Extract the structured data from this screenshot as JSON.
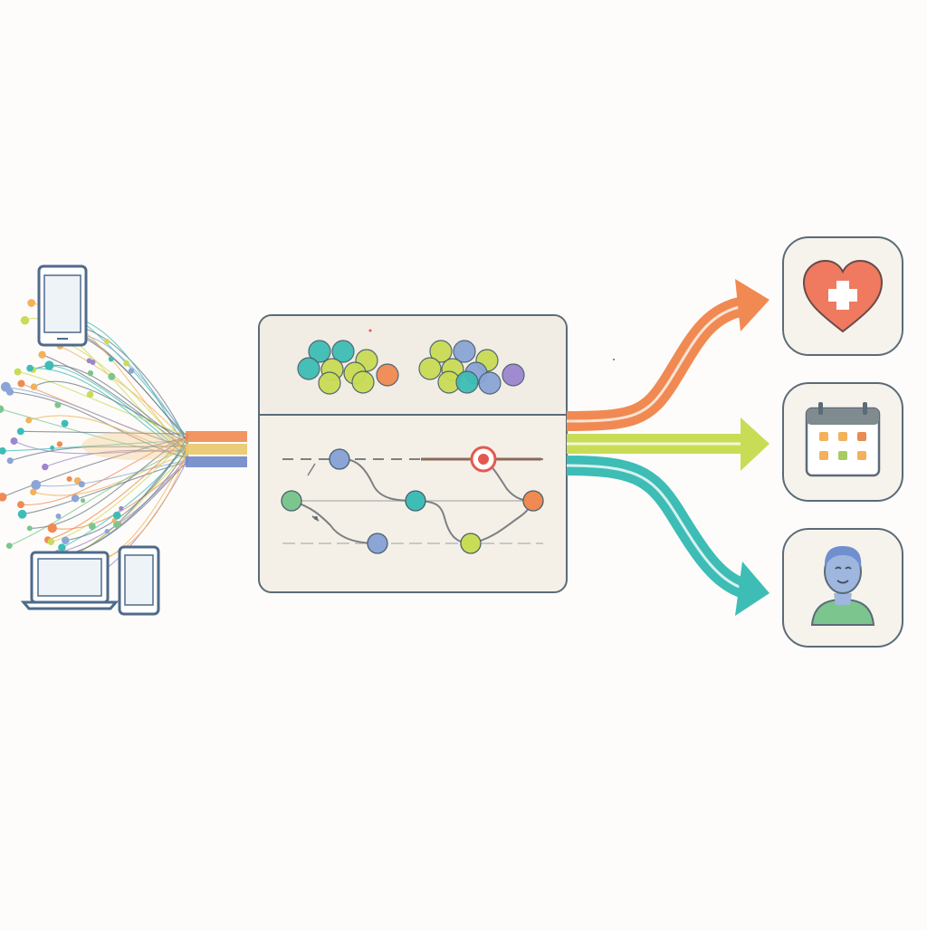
{
  "colors": {
    "background": "#fdfcfa",
    "outline": "#5b6b78",
    "panel_fill": "#f4f0e8",
    "orange": "#f08a52",
    "yellow_green": "#c9dc55",
    "teal": "#3dbdb5",
    "blue": "#8aa5d6",
    "green": "#7cc58e",
    "purple": "#9d86cf",
    "red": "#e4594f"
  },
  "sources": {
    "devices": [
      {
        "icon": "smartphone-icon"
      },
      {
        "icon": "laptop-icon"
      },
      {
        "icon": "tablet-icon"
      }
    ],
    "streams": [
      {
        "color": "orange"
      },
      {
        "color": "yellow_green"
      },
      {
        "color": "blue"
      }
    ]
  },
  "processor": {
    "clusters": [
      {
        "name": "cluster-left",
        "bubble_colors": [
          "teal",
          "yellow_green",
          "blue",
          "teal",
          "yellow_green",
          "orange"
        ]
      },
      {
        "name": "cluster-right",
        "bubble_colors": [
          "yellow_green",
          "blue",
          "teal",
          "yellow_green",
          "purple",
          "blue"
        ]
      }
    ],
    "timeline_nodes": [
      {
        "color": "blue"
      },
      {
        "color": "red"
      },
      {
        "color": "green"
      },
      {
        "color": "teal"
      },
      {
        "color": "orange"
      },
      {
        "color": "blue"
      },
      {
        "color": "yellow_green"
      }
    ]
  },
  "outputs": [
    {
      "icon": "heart-plus-icon",
      "arrow_color": "orange"
    },
    {
      "icon": "calendar-icon",
      "arrow_color": "yellow_green"
    },
    {
      "icon": "person-icon",
      "arrow_color": "teal"
    }
  ]
}
